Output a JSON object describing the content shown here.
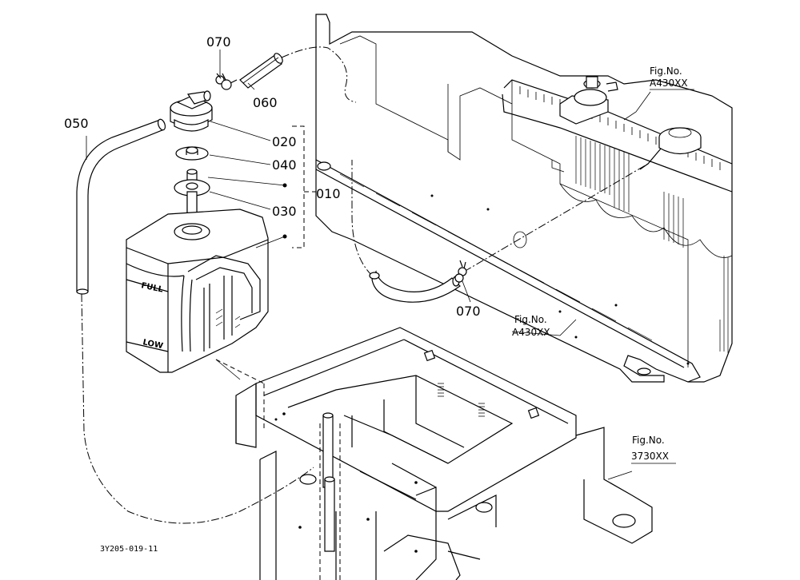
{
  "callouts": {
    "p070_top": "070",
    "p060": "060",
    "p050": "050",
    "p020": "020",
    "p040": "040",
    "p030": "030",
    "p010": "010",
    "p070_bottom": "070"
  },
  "references": {
    "radiator_top": {
      "label": "Fig.No.",
      "code": "A430XX"
    },
    "radiator_bottom": {
      "label": "Fig.No.",
      "code": "A430XX"
    },
    "frame": {
      "label": "Fig.No.",
      "code": "3730XX"
    }
  },
  "tank": {
    "full_label": "FULL",
    "low_label": "LOW"
  },
  "drawing_code": "3Y205-019-11"
}
